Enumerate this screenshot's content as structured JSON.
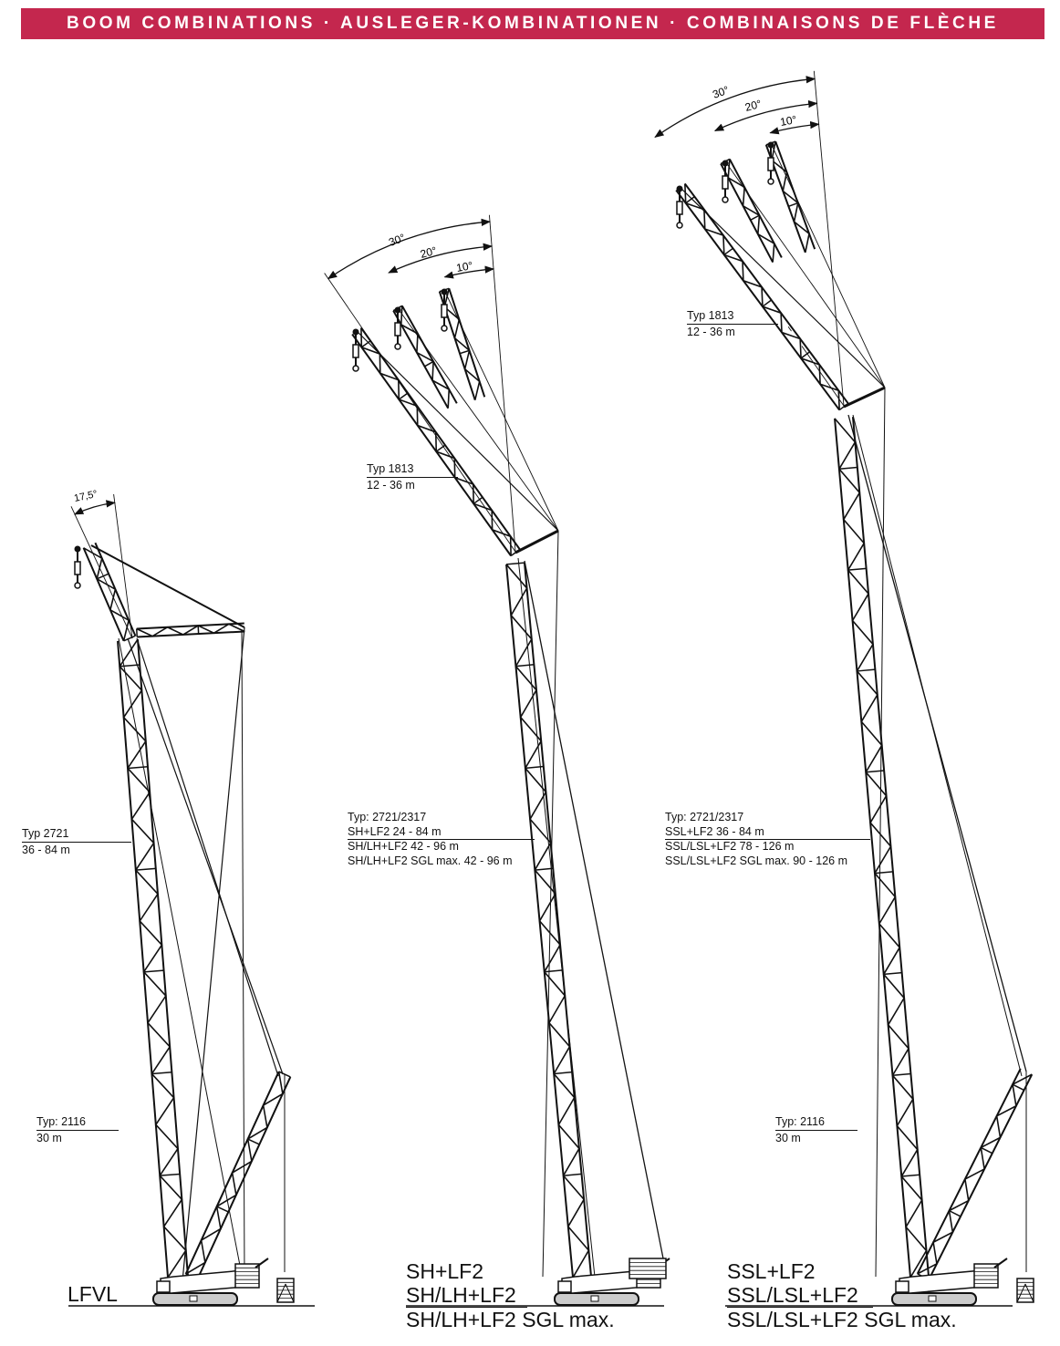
{
  "header": {
    "title": "BOOM COMBINATIONS · AUSLEGER-KOMBINATIONEN · COMBINAISONS DE FLÈCHE"
  },
  "colors": {
    "banner": "#c4274e",
    "line": "#111111"
  },
  "cranes": [
    {
      "names": [
        "LFVL"
      ],
      "angle": "17,5°",
      "jib": null,
      "main_boom": {
        "type": "Typ 2721",
        "length": "36 - 84 m"
      },
      "derrick": {
        "type": "Typ: 2116",
        "length": "30 m"
      }
    },
    {
      "names": [
        "SH+LF2",
        "SH/LH+LF2",
        "SH/LH+LF2 SGL max."
      ],
      "angles": [
        "30°",
        "20°",
        "10°"
      ],
      "jib": {
        "type": "Typ 1813",
        "length": "12 - 36 m"
      },
      "main_boom": {
        "type": "Typ: 2721/2317",
        "ranges": [
          "SH+LF2 24 - 84 m",
          "SH/LH+LF2 42 - 96 m",
          "SH/LH+LF2 SGL max. 42 - 96 m"
        ]
      }
    },
    {
      "names": [
        "SSL+LF2",
        "SSL/LSL+LF2",
        "SSL/LSL+LF2 SGL max."
      ],
      "angles": [
        "30°",
        "20°",
        "10°"
      ],
      "jib": {
        "type": "Typ 1813",
        "length": "12 - 36 m"
      },
      "main_boom": {
        "type": "Typ: 2721/2317",
        "ranges": [
          "SSL+LF2 36 - 84 m",
          "SSL/LSL+LF2 78 - 126 m",
          "SSL/LSL+LF2 SGL max. 90 - 126 m"
        ]
      },
      "derrick": {
        "type": "Typ: 2116",
        "length": "30 m"
      }
    }
  ]
}
